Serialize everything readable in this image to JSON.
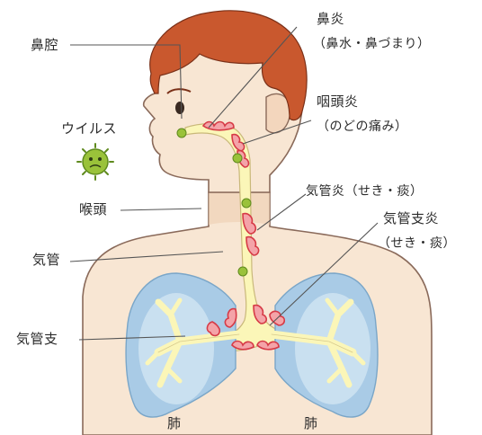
{
  "labels": {
    "nasal_cavity": "鼻腔",
    "rhinitis": "鼻炎",
    "rhinitis_detail": "（鼻水・鼻づまり）",
    "pharyngitis": "咽頭炎",
    "pharyngitis_detail": "（のどの痛み）",
    "virus": "ウイルス",
    "larynx": "喉頭",
    "tracheitis": "気管炎（せき・痰）",
    "bronchitis": "気管支炎",
    "bronchitis_detail": "（せき・痰）",
    "trachea": "気管",
    "bronchus": "気管支",
    "lung_left": "肺",
    "lung_right": "肺"
  },
  "colors": {
    "hair": "#c9582e",
    "skin": "#f8e6d3",
    "skin_shade": "#efcfb2",
    "airway": "#fbf6b8",
    "lung": "#a9cbe6",
    "lung_inner": "#d7e8f4",
    "inflammation": "#e0515c",
    "virus": "#9ac23a",
    "outline": "#6a4a3a"
  }
}
